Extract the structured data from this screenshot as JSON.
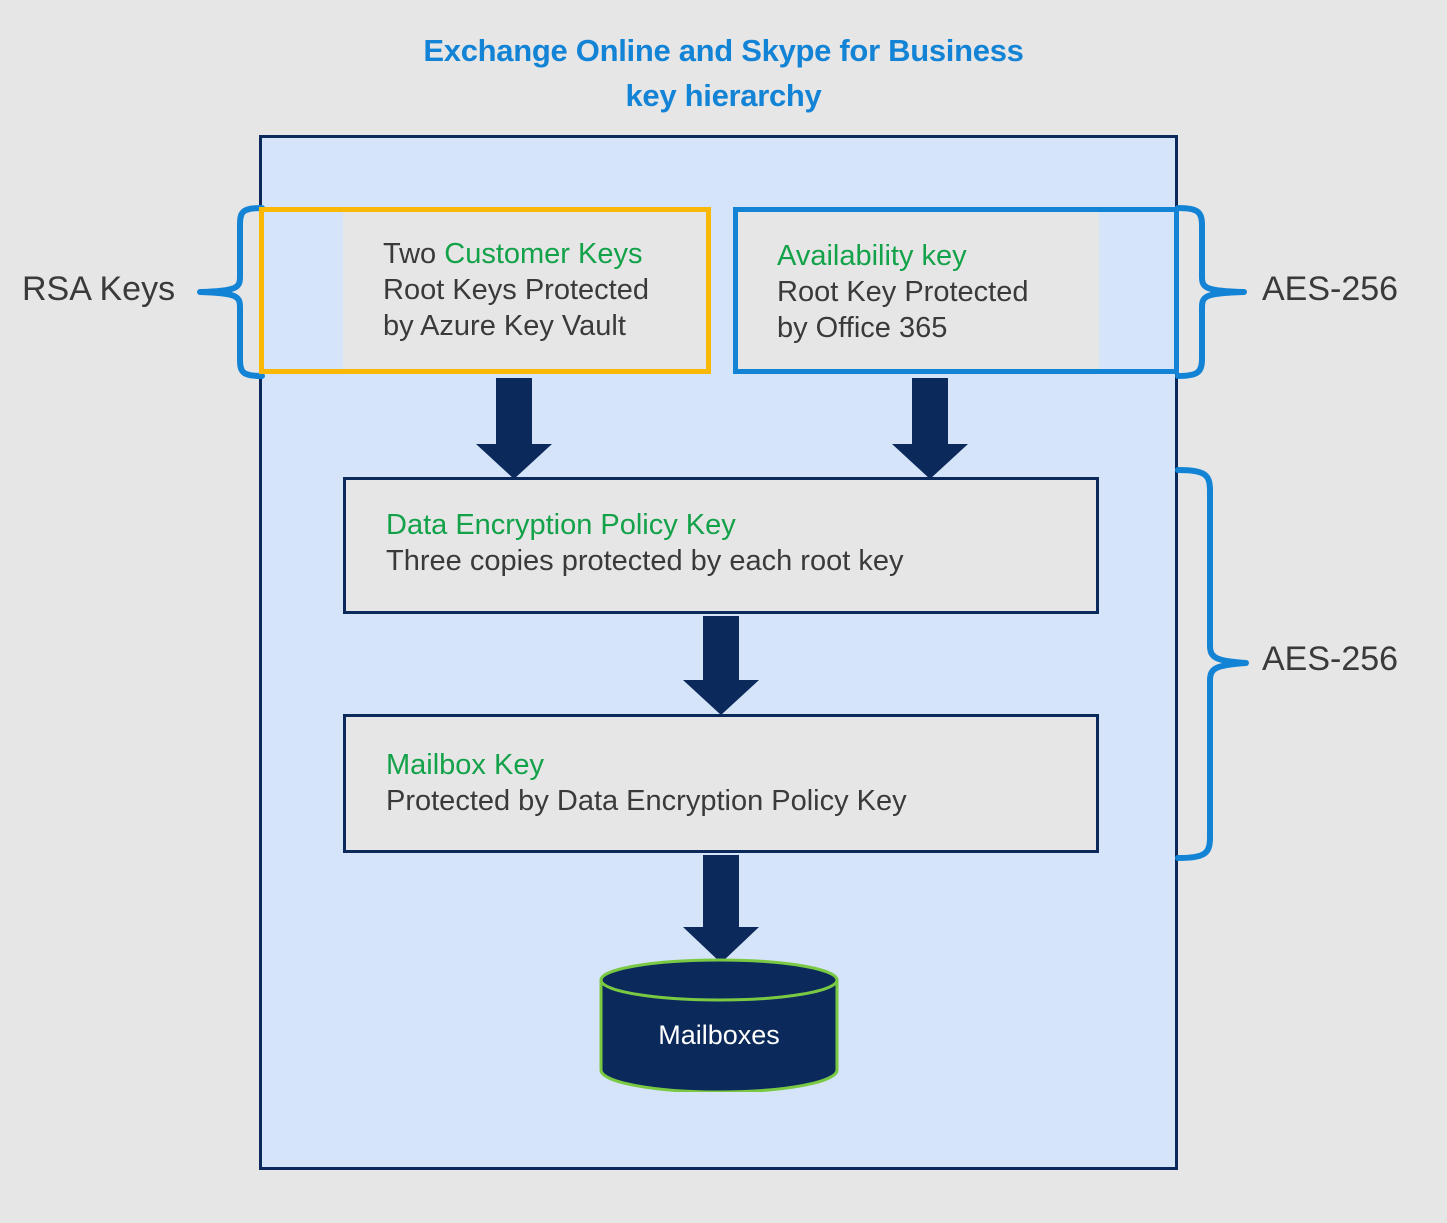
{
  "title": {
    "line1": "Exchange Online and Skype for Business",
    "line2": "key hierarchy"
  },
  "colors": {
    "background": "#e6e6e6",
    "container_fill": "#d6e4f9",
    "container_border": "#0b2a5b",
    "title_blue": "#1383d6",
    "accent_green": "#13a24a",
    "customer_key_outline": "#f9b706",
    "availability_key_outline": "#1383d6",
    "brace_blue": "#1383d6",
    "arrow_navy": "#0b2a5b",
    "cylinder_fill": "#0b2a5b",
    "cylinder_outline": "#7ac943",
    "box_fill": "#e6e6e6",
    "body_text": "#3a3a3a",
    "cylinder_text": "#ffffff"
  },
  "side_labels": {
    "rsa": "RSA Keys",
    "aes_top": "AES-256",
    "aes_bottom": "AES-256"
  },
  "boxes": {
    "customer_keys": {
      "prefix": "Two ",
      "highlight": "Customer Keys",
      "line2": "Root Keys Protected",
      "line3": "by Azure Key Vault"
    },
    "availability_key": {
      "highlight": "Availability key",
      "line2": "Root Key Protected",
      "line3": "by Office 365"
    },
    "data_encryption_policy_key": {
      "highlight": "Data Encryption Policy Key",
      "line2": "Three copies protected by each root key"
    },
    "mailbox_key": {
      "highlight": "Mailbox Key",
      "line2": "Protected by Data Encryption Policy Key"
    },
    "mailboxes": {
      "label": "Mailboxes"
    }
  },
  "diagram_data": {
    "type": "hierarchy",
    "nodes": [
      {
        "id": "customer-keys",
        "label": "Two Customer Keys",
        "sublabel": "Root Keys Protected by Azure Key Vault",
        "algorithm": "RSA",
        "level": 1
      },
      {
        "id": "availability-key",
        "label": "Availability key",
        "sublabel": "Root Key Protected by Office 365",
        "algorithm": "AES-256",
        "level": 1
      },
      {
        "id": "data-encryption-policy-key",
        "label": "Data Encryption Policy Key",
        "sublabel": "Three copies protected by each root key",
        "algorithm": "AES-256",
        "level": 2
      },
      {
        "id": "mailbox-key",
        "label": "Mailbox Key",
        "sublabel": "Protected by Data Encryption Policy Key",
        "algorithm": "AES-256",
        "level": 3
      },
      {
        "id": "mailboxes",
        "label": "Mailboxes",
        "sublabel": "",
        "algorithm": "",
        "level": 4
      }
    ],
    "edges": [
      {
        "from": "customer-keys",
        "to": "data-encryption-policy-key"
      },
      {
        "from": "availability-key",
        "to": "data-encryption-policy-key"
      },
      {
        "from": "data-encryption-policy-key",
        "to": "mailbox-key"
      },
      {
        "from": "mailbox-key",
        "to": "mailboxes"
      }
    ]
  }
}
